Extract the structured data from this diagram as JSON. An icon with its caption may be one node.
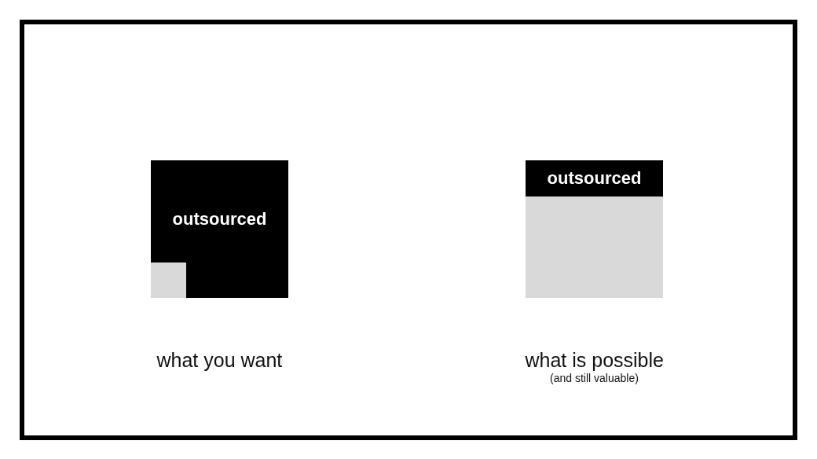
{
  "diagram": {
    "nodes": [
      {
        "text": [
          "outsourced"
        ],
        "beside": [
          "what you want"
        ]
      },
      {
        "text": [],
        "shape": "box",
        "in": 0
      },
      {
        "text": [],
        "shape": "box",
        "beside": [
          "what is possible",
          "(and still valuable)"
        ]
      },
      {
        "text": [
          "outsourced"
        ],
        "in": 2
      }
    ],
    "edges": []
  }
}
